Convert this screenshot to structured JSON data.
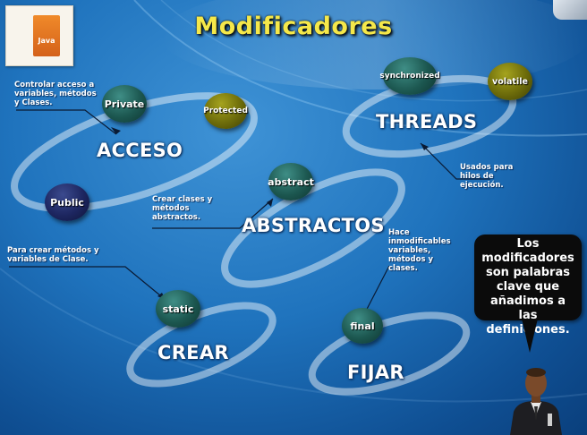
{
  "title": "Modificadores",
  "logo": {
    "text": "Java"
  },
  "sections": {
    "acceso": "ACCESO",
    "threads": "THREADS",
    "abstractos": "ABSTRACTOS",
    "crear": "CREAR",
    "fijar": "FIJAR"
  },
  "nodes": {
    "private": "Private",
    "protected": "Protected",
    "public": "Public",
    "synchronized": "synchronized",
    "volatile": "volatile",
    "abstract": "abstract",
    "static": "static",
    "final": "final"
  },
  "notes": {
    "acceso": "Controlar acceso a variables, métodos y Clases.",
    "threads": "Usados para hilos de ejecución.",
    "abstractos": "Crear clases y métodos abstractos.",
    "crear": "Para crear métodos y variables de Clase.",
    "fijar": "Hace inmodificables variables, métodos y clases."
  },
  "bubble": "Los modificadores son palabras clave que añadimos a las definiciones."
}
